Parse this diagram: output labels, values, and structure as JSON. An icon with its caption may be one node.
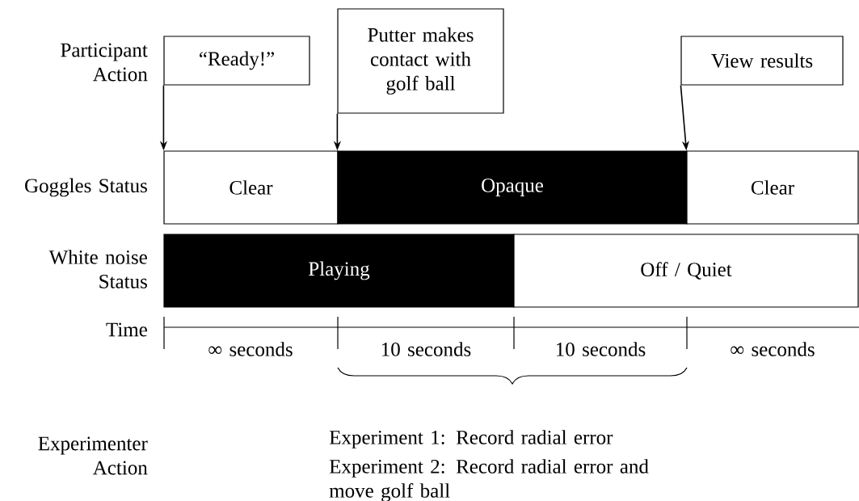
{
  "diagram": {
    "nodes": [
      {
        "text": [
          "“Ready!”"
        ]
      },
      {
        "text": [
          "Putter makes contact with golf ball"
        ]
      },
      {
        "text": [
          "View results"
        ]
      },
      {
        "text": [
          "Clear"
        ]
      },
      {
        "text": [
          "Opaque"
        ]
      },
      {
        "text": [
          "Clear"
        ]
      },
      {
        "text": [
          "Playing"
        ]
      },
      {
        "text": [
          "Off / Quiet"
        ]
      }
    ],
    "edges": [
      {
        "from": 0,
        "to": 3,
        "arrow": "to"
      },
      {
        "from": 1,
        "to": 4,
        "arrow": "to"
      },
      {
        "from": 2,
        "to": 5,
        "arrow": "to"
      }
    ],
    "labels": [
      "Participant Action",
      "Goggles Status",
      "White noise Status",
      "Time",
      "∞ seconds",
      "10 seconds",
      "10 seconds",
      "∞ seconds",
      "Experimenter Action",
      "Experiment 1: Record radial error",
      "Experiment 2: Record radial error and move golf ball"
    ]
  }
}
